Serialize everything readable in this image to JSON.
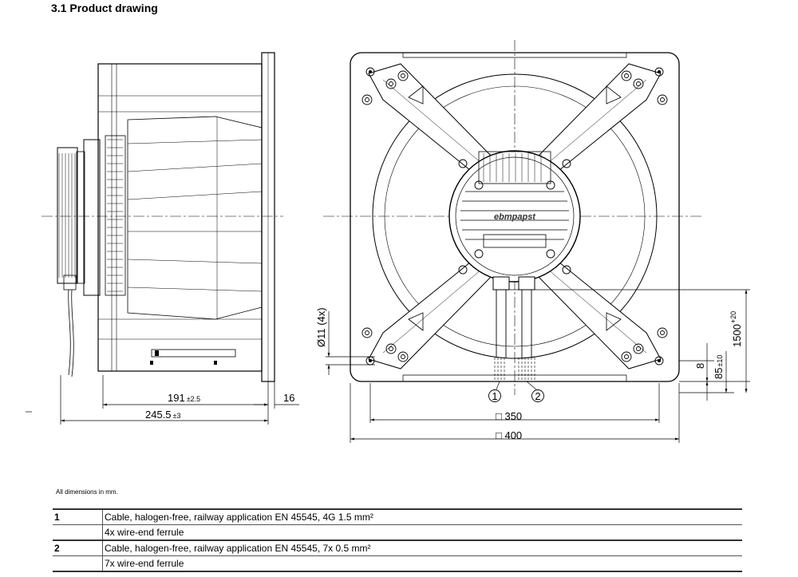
{
  "section_title": "3.1 Product drawing",
  "dimensions": {
    "width_191": "191",
    "tol_191": "±2.5",
    "width_245": "245.5",
    "tol_245": "±3",
    "flange": "16",
    "hole": "Ø11 (4x)",
    "square_350": "□ 350",
    "square_400": "□ 400",
    "cable_1500": "1500",
    "tol_1500": "+20",
    "d_85": "85",
    "tol_85": "±10",
    "d_8": "8"
  },
  "callouts": [
    "1",
    "2"
  ],
  "logo_text": "ebmpapst",
  "note": "All dimensions in mm.",
  "legend_rows": [
    {
      "num": "1",
      "text": "Cable, halogen-free, railway application EN 45545, 4G 1.5 mm²"
    },
    {
      "num": "",
      "text": "4x wire-end ferrule"
    },
    {
      "num": "2",
      "text": "Cable, halogen-free, railway application EN 45545, 7x 0.5 mm²"
    },
    {
      "num": "",
      "text": "7x wire-end ferrule"
    }
  ]
}
